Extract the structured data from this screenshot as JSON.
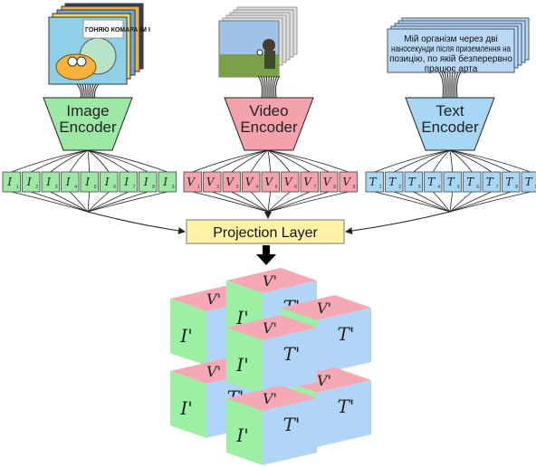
{
  "encoders": {
    "image": {
      "label_line1": "Image",
      "label_line2": "Encoder",
      "color": "#9de8a5",
      "token": "I",
      "meme_caption": "ГОНЯЮ КОМАРА ЇМ І"
    },
    "video": {
      "label_line1": "Video",
      "label_line2": "Encoder",
      "color": "#f4a3ad",
      "token": "V"
    },
    "text": {
      "label_line1": "Text",
      "label_line2": "Encoder",
      "color": "#a8d6f5",
      "token": "T"
    }
  },
  "text_input": {
    "lines": [
      "Мій організм через дві",
      "наносекунди після приземлення на",
      "позицію, по якій безперервно",
      "працює арта"
    ]
  },
  "projection": {
    "label": "Projection Layer",
    "color": "#fff3a8"
  },
  "cube": {
    "face_green": "#9cf0a4",
    "face_pink": "#f5a9b4",
    "face_blue": "#b0d5f7",
    "sym_green": "I'",
    "sym_pink": "V'",
    "sym_blue": "T'"
  }
}
